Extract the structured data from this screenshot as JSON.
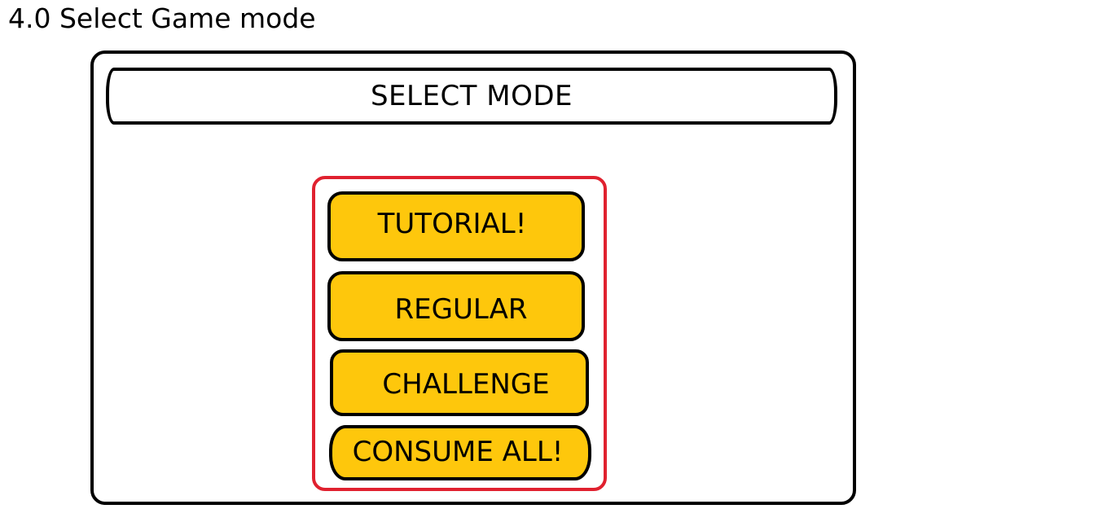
{
  "page": {
    "title": "4.0 Select Game mode"
  },
  "header": {
    "title": "SELECT MODE"
  },
  "modes": [
    {
      "label": "TUTORIAL!"
    },
    {
      "label": "REGULAR"
    },
    {
      "label": "CHALLENGE"
    },
    {
      "label": "CONSUME ALL!"
    }
  ],
  "colors": {
    "button_fill": "#fec70c",
    "group_border": "#e0212f",
    "outline": "#000000",
    "background": "#ffffff"
  }
}
